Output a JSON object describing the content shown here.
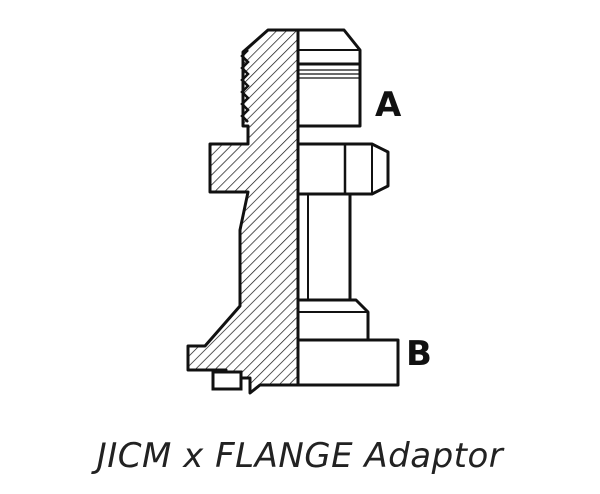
{
  "labels": {
    "end_a": "A",
    "end_b": "B"
  },
  "caption": "JICM x FLANGE Adaptor",
  "colors": {
    "outline": "#111111",
    "background": "#ffffff"
  }
}
